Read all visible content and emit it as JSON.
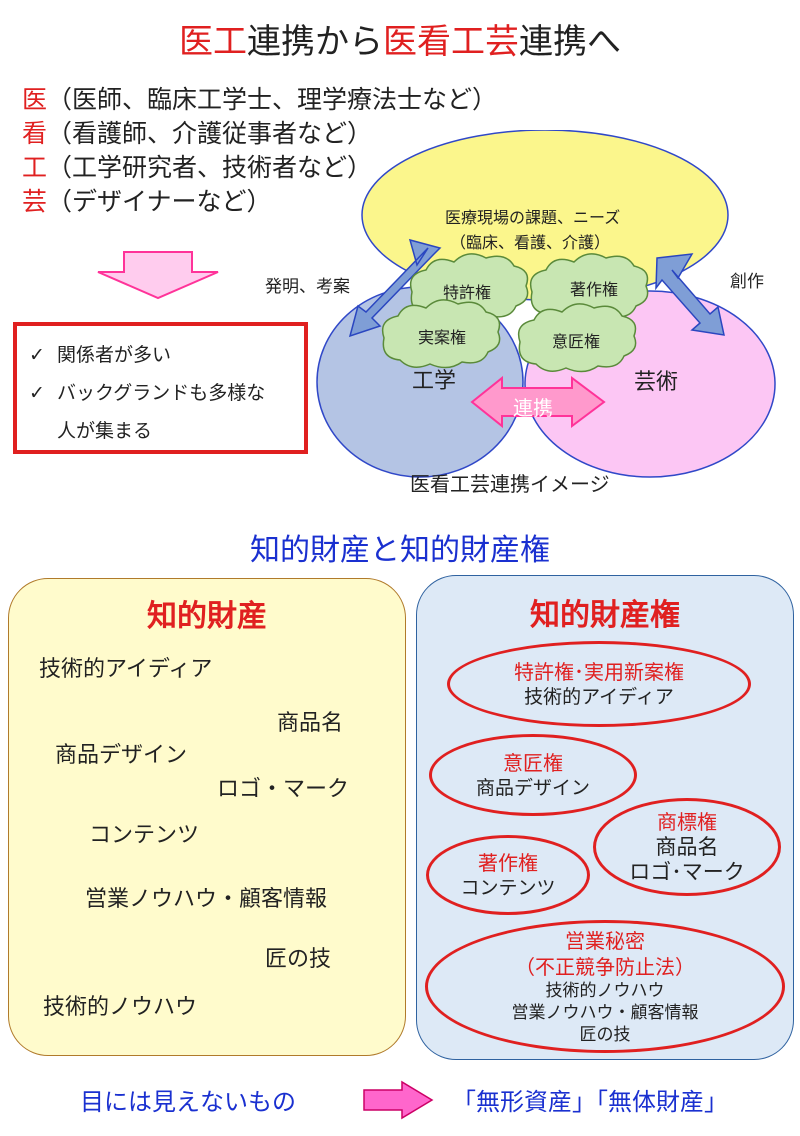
{
  "title": {
    "part1": "医工",
    "part2": "連携から",
    "part3": "医看工芸",
    "part4": "連携へ"
  },
  "roles": [
    {
      "key": "医",
      "desc": "（医師、臨床工学士、理学療法士など）"
    },
    {
      "key": "看",
      "desc": "（看護師、介護従事者など）"
    },
    {
      "key": "工",
      "desc": "（工学研究者、技術者など）"
    },
    {
      "key": "芸",
      "desc": "（デザイナーなど）"
    }
  ],
  "checklist": {
    "mark": "✓",
    "item1": "関係者が多い",
    "item2": "バックグランドも多様な",
    "item2_cont": "人が集まる"
  },
  "venn": {
    "top_line1": "医療現場の課題、ニーズ",
    "top_line2": "（臨床、看護、介護）",
    "left_label": "工学",
    "right_label": "芸術",
    "center_arrow_label": "連携",
    "clouds": [
      "特許権",
      "著作権",
      "実案権",
      "意匠権"
    ],
    "left_arrow_label": "発明、考案",
    "right_arrow_label": "創作",
    "caption": "医看工芸連携イメージ",
    "colors": {
      "top": "#fbf68c",
      "left": "#b4c4e4",
      "right": "#fcc6f4",
      "cloud": "#c8e6b2",
      "arrow": "#7f9ed6",
      "pink_arrow": "#ff99cc"
    }
  },
  "section2_title": "知的財産と知的財産権",
  "left_box": {
    "heading": "知的財産",
    "items": [
      "技術的アイディア",
      "商品名",
      "商品デザイン",
      "ロゴ・マーク",
      "コンテンツ",
      "営業ノウハウ・顧客情報",
      "匠の技",
      "技術的ノウハウ"
    ]
  },
  "right_box": {
    "heading": "知的財産権",
    "rights": [
      {
        "name": "特許権･実用新案権",
        "subjects": [
          "技術的アイディア"
        ]
      },
      {
        "name": "意匠権",
        "subjects": [
          "商品デザイン"
        ]
      },
      {
        "name": "商標権",
        "subjects": [
          "商品名",
          "ロゴ･マーク"
        ]
      },
      {
        "name": "著作権",
        "subjects": [
          "コンテンツ"
        ]
      },
      {
        "name": "営業秘密",
        "name2": "（不正競争防止法）",
        "subjects": [
          "技術的ノウハウ",
          "営業ノウハウ・顧客情報",
          "匠の技"
        ]
      }
    ]
  },
  "footer": {
    "left": "目には見えないもの",
    "right": "「無形資産」「無体財産」"
  }
}
